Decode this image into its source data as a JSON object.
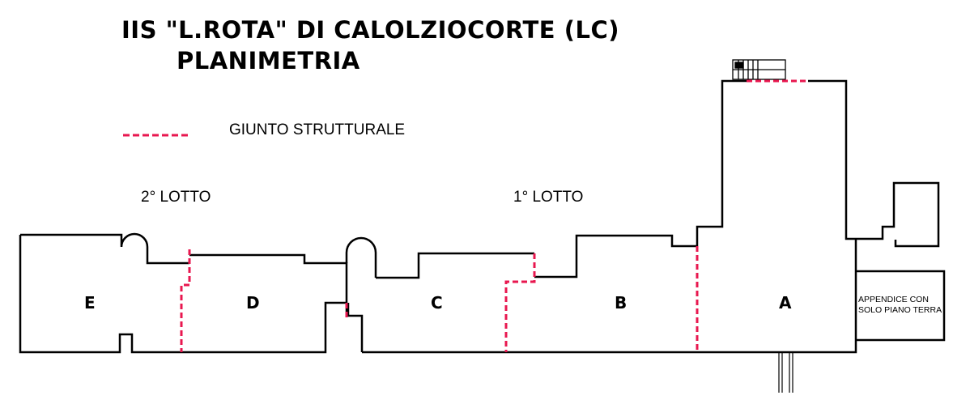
{
  "title": {
    "line1": "IIS \"L.ROTA\" DI CALOLZIOCORTE  (LC)",
    "line2": "PLANIMETRIA"
  },
  "legend": {
    "label": "GIUNTO STRUTTURALE",
    "line_color": "#e8174f"
  },
  "lots": {
    "second": "2° LOTTO",
    "first": "1° LOTTO"
  },
  "blocks": {
    "e": "E",
    "d": "D",
    "c": "C",
    "b": "B",
    "a": "A"
  },
  "appendix": {
    "line1": "APPENDICE CON",
    "line2": "SOLO PIANO TERRA"
  },
  "colors": {
    "wall": "#000000",
    "joint": "#e8174f",
    "background": "#ffffff"
  }
}
